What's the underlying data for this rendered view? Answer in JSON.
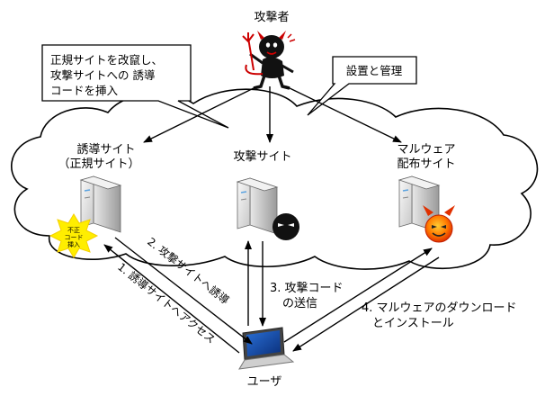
{
  "attacker": {
    "label": "攻撃者"
  },
  "callouts": {
    "tamper": [
      "正規サイトを改竄し、",
      "攻撃サイトへの 誘導",
      "コードを挿入"
    ],
    "manage": "設置と管理"
  },
  "sites": {
    "redirect": {
      "line1": "誘導サイト",
      "line2": "（正規サイト）"
    },
    "attack": {
      "label": "攻撃サイト"
    },
    "malware": {
      "line1": "マルウェア",
      "line2": "配布サイト"
    }
  },
  "badge": {
    "line1": "不正",
    "line2": "コード",
    "line3": "挿入"
  },
  "user": {
    "label": "ユーザ"
  },
  "steps": {
    "s1": "1. 誘導サイトへアクセス",
    "s2": "2. 攻撃サイトへ誘導",
    "s3": [
      "3. 攻撃コード",
      "の送信"
    ],
    "s4": [
      "4. マルウェアのダウンロード",
      "とインストール"
    ]
  }
}
